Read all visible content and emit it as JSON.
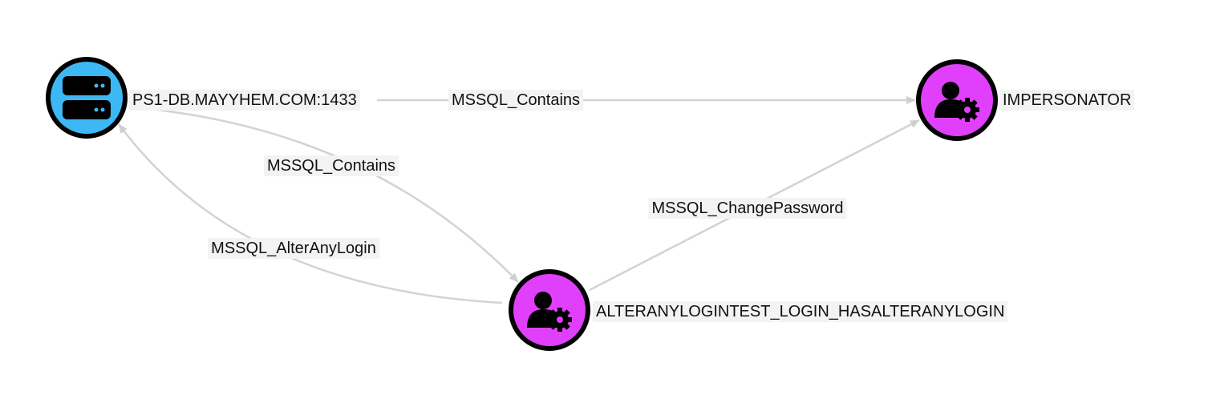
{
  "colors": {
    "server": "#3db8f5",
    "login": "#e040fb",
    "edge": "#d3d3d3",
    "ring": "#000000"
  },
  "nodes": [
    {
      "id": "server",
      "label": "PS1-DB.MAYYHEM.COM:1433",
      "icon": "server-icon"
    },
    {
      "id": "impersonator",
      "label": "IMPERSONATOR",
      "icon": "user-gear-icon"
    },
    {
      "id": "alter",
      "label": "ALTERANYLOGINTEST_LOGIN_HASALTERANYLOGIN",
      "icon": "user-gear-icon"
    }
  ],
  "edges": [
    {
      "from": "server",
      "to": "impersonator",
      "label": "MSSQL_Contains"
    },
    {
      "from": "server",
      "to": "alter",
      "label": "MSSQL_Contains"
    },
    {
      "from": "alter",
      "to": "server",
      "label": "MSSQL_AlterAnyLogin"
    },
    {
      "from": "alter",
      "to": "impersonator",
      "label": "MSSQL_ChangePassword"
    }
  ]
}
